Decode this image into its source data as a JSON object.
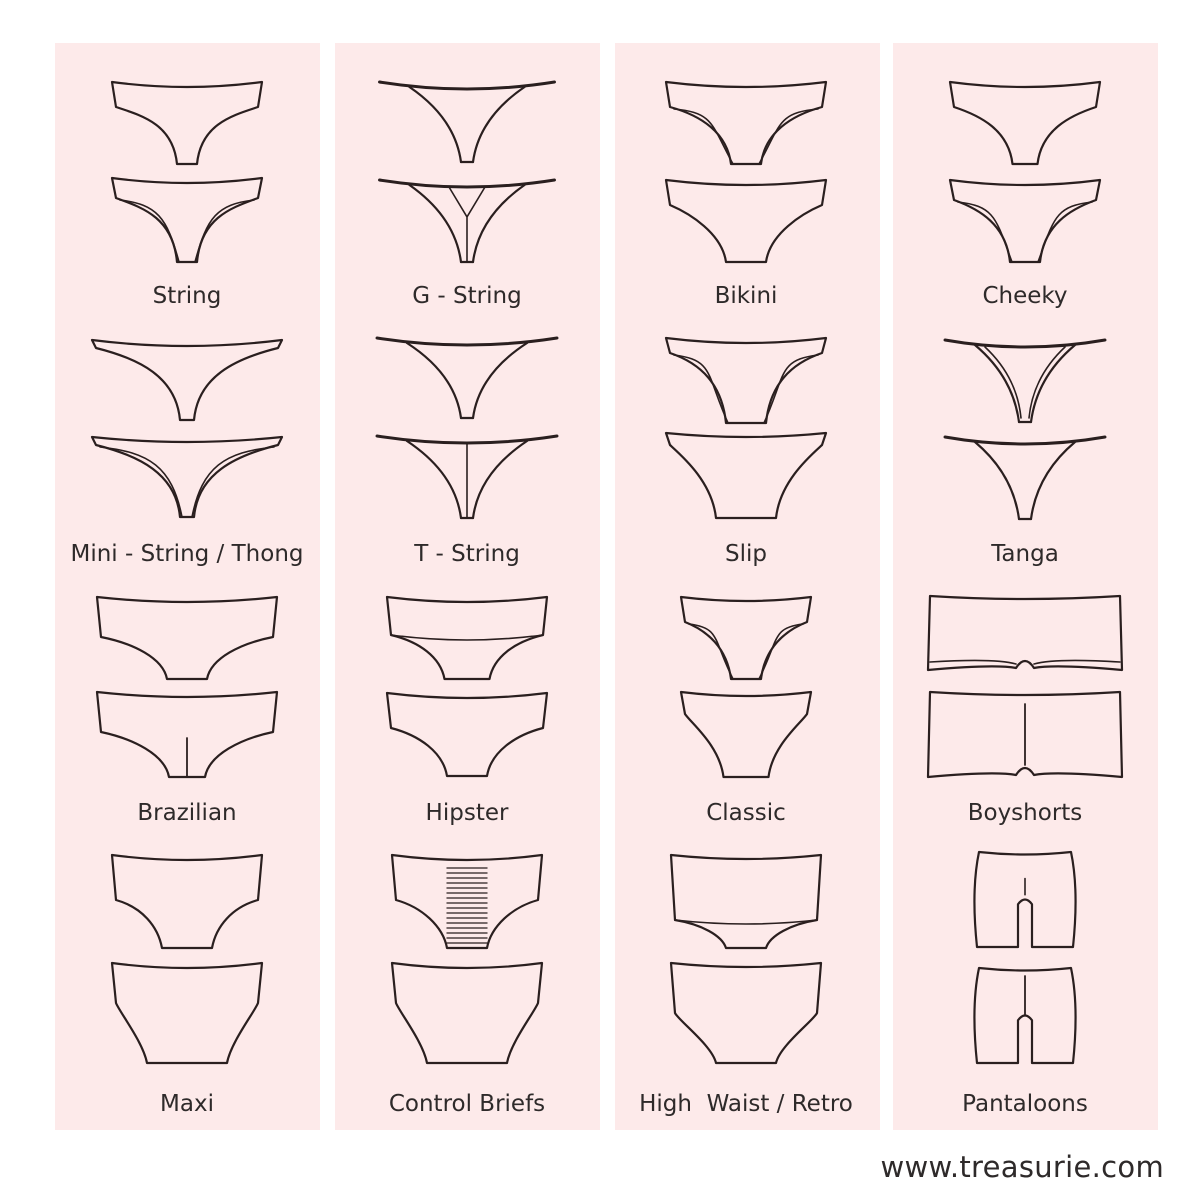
{
  "colors": {
    "panel": "#fdeaea",
    "line": "#2a1f1f",
    "text": "#2e2a2a"
  },
  "columns": [
    {
      "styles": [
        {
          "label": "String"
        },
        {
          "label": "Mini - String / Thong"
        },
        {
          "label": "Brazilian"
        },
        {
          "label": "Maxi"
        }
      ]
    },
    {
      "styles": [
        {
          "label": "G - String"
        },
        {
          "label": "T - String"
        },
        {
          "label": "Hipster"
        },
        {
          "label": "Control Briefs"
        }
      ]
    },
    {
      "styles": [
        {
          "label": "Bikini"
        },
        {
          "label": "Slip"
        },
        {
          "label": "Classic"
        },
        {
          "label": "High  Waist / Retro"
        }
      ]
    },
    {
      "styles": [
        {
          "label": "Cheeky"
        },
        {
          "label": "Tanga"
        },
        {
          "label": "Boyshorts"
        },
        {
          "label": "Pantaloons"
        }
      ]
    }
  ],
  "footer": {
    "website": "www.treasurie.com"
  }
}
